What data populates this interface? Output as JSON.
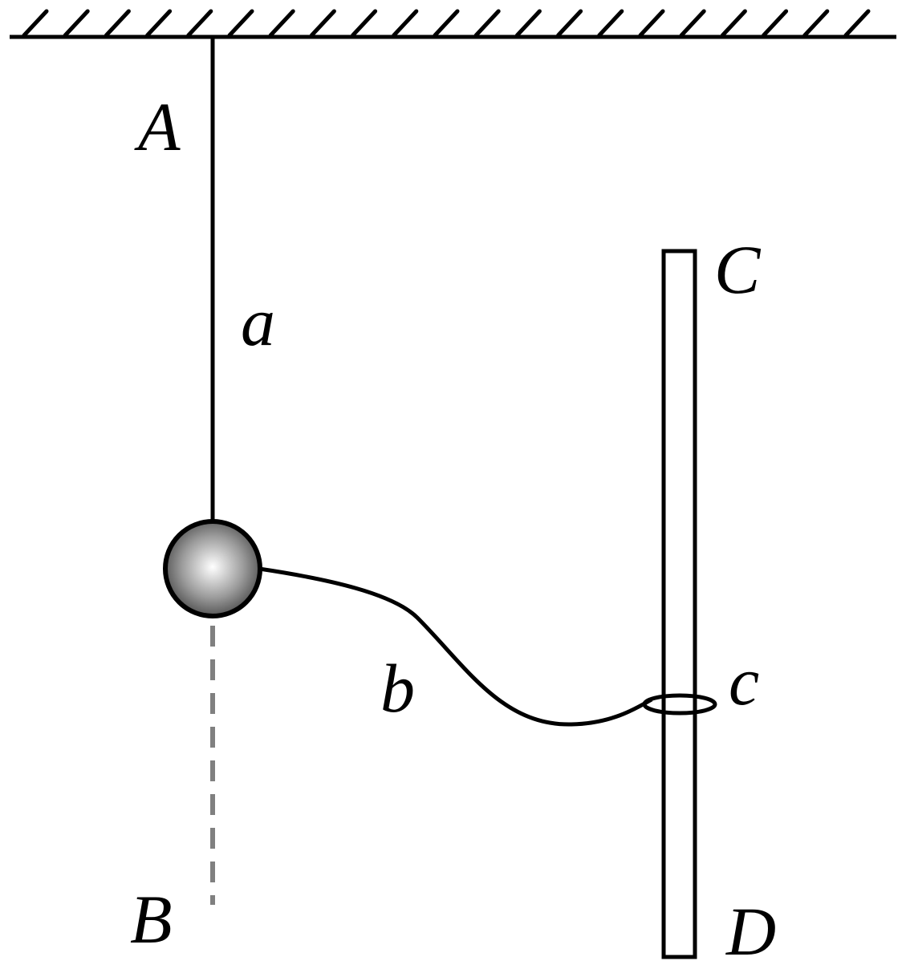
{
  "labels": {
    "A": "A",
    "B": "B",
    "C": "C",
    "D": "D",
    "a": "a",
    "b": "b",
    "c": "c"
  },
  "colors": {
    "ink": "#000000",
    "dashed_line": "#808080",
    "ball_highlight": "#ffffff",
    "ball_shadow": "#3a3a3a"
  },
  "elements": {
    "ceiling": "hatched-ceiling",
    "string_a": "vertical-string",
    "ball": "shaded-ball",
    "string_b": "curved-string",
    "rod": "vertical-rod",
    "ring": "ring-on-rod",
    "vertical_reference": "dashed-vertical-line"
  }
}
